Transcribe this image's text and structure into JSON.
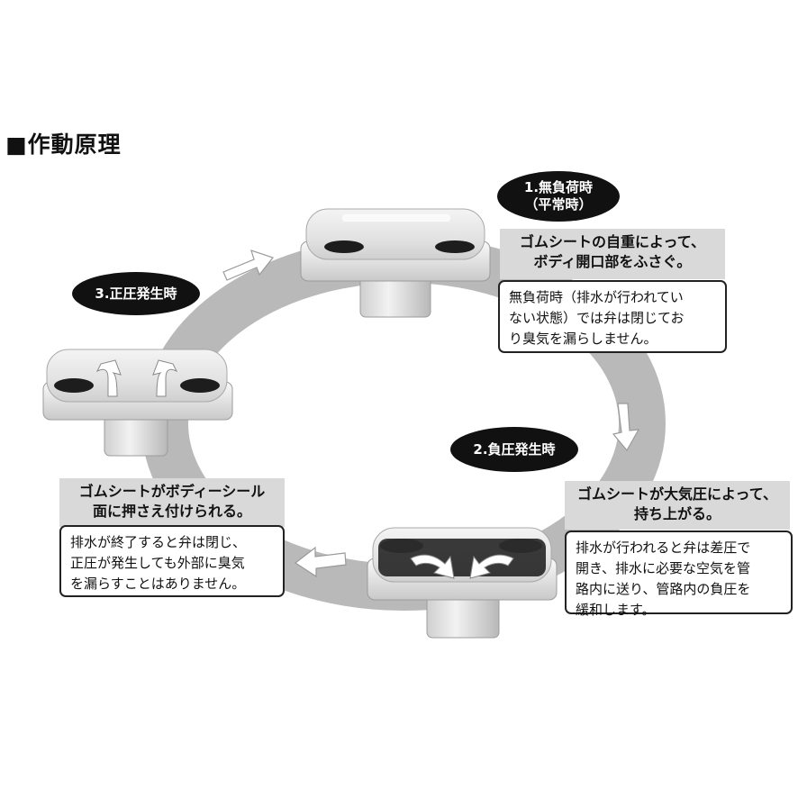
{
  "title": "■作動原理",
  "steps": [
    {
      "label_lines": [
        "1.無負荷時",
        "（平常時）"
      ],
      "headline_lines": [
        "ゴムシートの自重によって、",
        "ボディ開口部をふさぐ。"
      ],
      "detail_lines": [
        "無負荷時（排水が行われてい",
        "ない状態）では弁は閉じてお",
        "り臭気を漏らしません。"
      ]
    },
    {
      "label_lines": [
        "2.負圧発生時"
      ],
      "headline_lines": [
        "ゴムシートが大気圧によって、",
        "持ち上がる。"
      ],
      "detail_lines": [
        "排水が行われると弁は差圧で",
        "開き、排水に必要な空気を管",
        "路内に送り、管路内の負圧を",
        "緩和します。"
      ]
    },
    {
      "label_lines": [
        "3.正圧発生時"
      ],
      "headline_lines": [
        "ゴムシートがボディーシール",
        "面に押さえ付けられる。"
      ],
      "detail_lines": [
        "排水が終了すると弁は閉じ、",
        "正圧が発生しても外部に臭気",
        "を漏らすことはありません。"
      ]
    }
  ],
  "colors": {
    "ring": "#b9b9b9",
    "arrow": "#ffffff",
    "pill": "#111111",
    "headline_bg": "#d9d9d9"
  }
}
